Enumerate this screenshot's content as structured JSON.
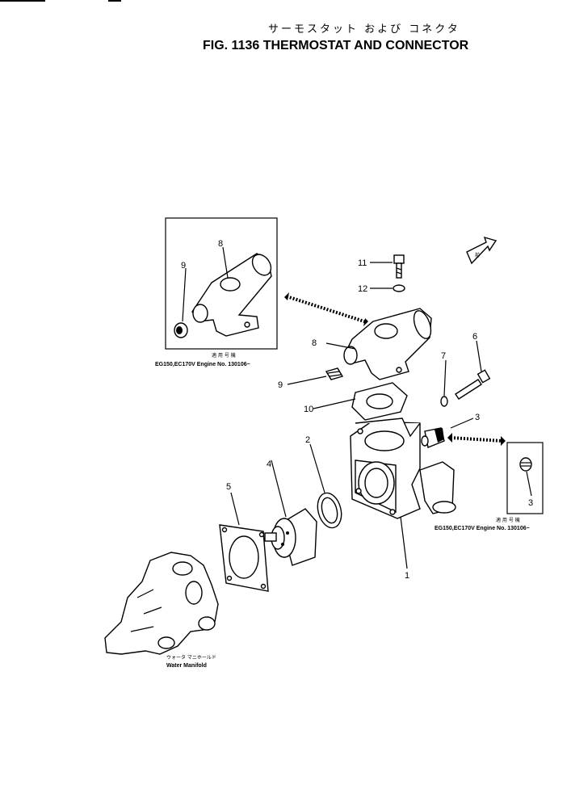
{
  "header": {
    "title_jp": "サーモスタット および コネクタ",
    "title_en": "FIG. 1136 THERMOSTAT AND CONNECTOR"
  },
  "callouts": {
    "p1": "1",
    "p2": "2",
    "p3": "3",
    "p3b": "3",
    "p4": "4",
    "p5": "5",
    "p6": "6",
    "p7": "7",
    "p8": "8",
    "p8b": "8",
    "p9": "9",
    "p9b": "9",
    "p10": "10",
    "p11": "11",
    "p12": "12"
  },
  "insets": {
    "left_note_jp": "適 用 号 機",
    "left_note_en": "EG150,EC170V Engine No. 130106~",
    "right_note_jp": "適 用 号 機",
    "right_note_en": "EG150,EC170V Engine No. 130106~"
  },
  "manifold": {
    "label_jp": "ウォータ マニホールド",
    "label_en": "Water Manifold"
  },
  "direction_mark": "前"
}
